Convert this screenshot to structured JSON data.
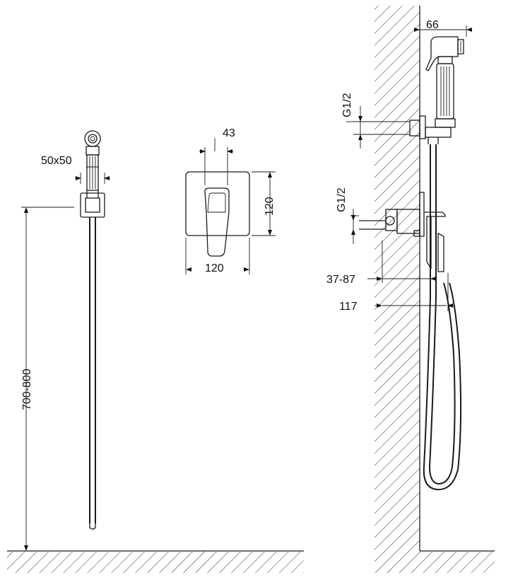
{
  "dimensions": {
    "holder_size": "50x50",
    "mixer_depth": "43",
    "plate_height": "120",
    "plate_width": "120",
    "mount_height": "700-800",
    "spray_offset": "66",
    "thread_upper": "G1/2",
    "thread_lower": "G1/2",
    "wall_gap": "37-87",
    "total_projection": "117"
  }
}
